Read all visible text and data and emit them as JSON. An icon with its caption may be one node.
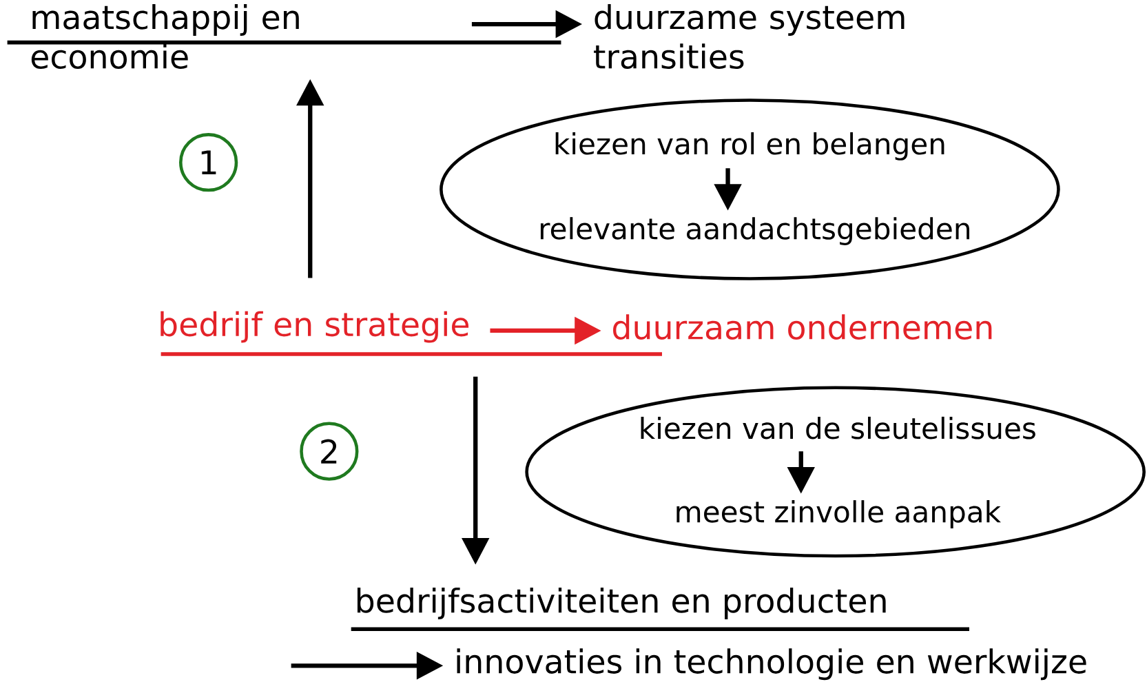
{
  "diagram": {
    "nodes": [
      {
        "text": [
          "maatschappij en economie"
        ]
      },
      {
        "text": [
          "duurzame systeem transities"
        ]
      },
      {
        "text": [
          "bedrijf en strategie"
        ]
      },
      {
        "text": [
          "duurzaam ondernemen"
        ]
      },
      {
        "text": [],
        "shape": "ellipse"
      },
      {
        "text": [
          "kiezen van rol en belangen"
        ],
        "in": 4
      },
      {
        "text": [
          "relevante aandachtsgebieden"
        ],
        "in": 4
      },
      {
        "text": [],
        "shape": "ellipse"
      },
      {
        "text": [
          "kiezen van de sleutelissues"
        ],
        "in": 7
      },
      {
        "text": [
          "meest zinvolle aanpak"
        ],
        "in": 7
      },
      {
        "text": [
          "bedrijfsactiviteiten en producten"
        ]
      },
      {
        "text": [
          "innovaties in technologie en werkwijze"
        ]
      },
      {
        "text": [
          "1"
        ]
      },
      {
        "text": [
          "2"
        ]
      }
    ],
    "edges": [
      {
        "from": 0,
        "to": 1,
        "arrow": "to"
      },
      {
        "from": 2,
        "to": 3,
        "arrow": "to",
        "color": "#e32228"
      },
      {
        "from": 2,
        "to": 0,
        "arrow": "to"
      },
      {
        "from": 2,
        "to": 10,
        "arrow": "to"
      },
      {
        "from": 5,
        "to": 6,
        "arrow": "to"
      },
      {
        "from": 8,
        "to": 9,
        "arrow": "to"
      },
      {
        "from": null,
        "to": 11,
        "arrow": "to"
      }
    ]
  }
}
